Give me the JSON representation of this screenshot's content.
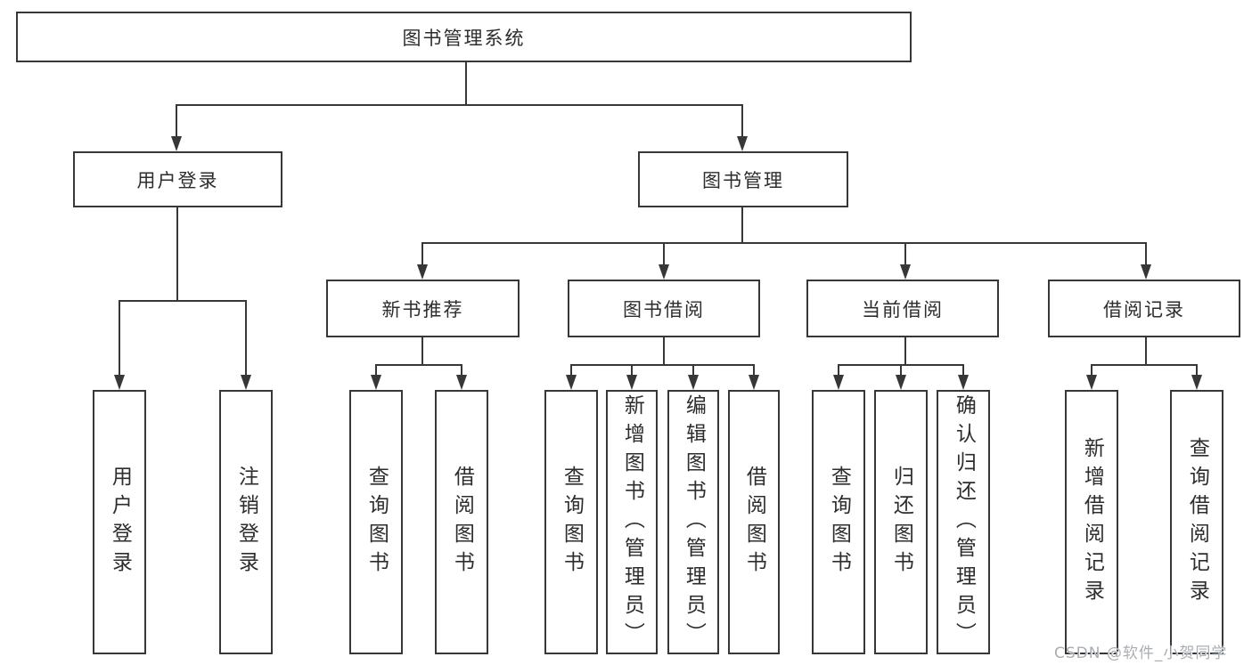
{
  "tree": {
    "root": {
      "label": "图书管理系统"
    },
    "children": [
      {
        "label": "用户登录",
        "children": [
          {
            "label": "用户登录"
          },
          {
            "label": "注销登录"
          }
        ]
      },
      {
        "label": "图书管理",
        "children": [
          {
            "label": "新书推荐",
            "children": [
              {
                "label": "查询图书"
              },
              {
                "label": "借阅图书"
              }
            ]
          },
          {
            "label": "图书借阅",
            "children": [
              {
                "label": "查询图书"
              },
              {
                "label": "新增图书（管理员）"
              },
              {
                "label": "编辑图书（管理员）"
              },
              {
                "label": "借阅图书"
              }
            ]
          },
          {
            "label": "当前借阅",
            "children": [
              {
                "label": "查询图书"
              },
              {
                "label": "归还图书"
              },
              {
                "label": "确认归还（管理员）"
              }
            ]
          },
          {
            "label": "借阅记录",
            "children": [
              {
                "label": "新增借阅记录"
              },
              {
                "label": "查询借阅记录"
              }
            ]
          }
        ]
      }
    ]
  },
  "watermark": {
    "text": "CSDN @软件_小贺同学"
  },
  "colors": {
    "line": "#373737",
    "background": "#ffffff",
    "watermark": "#a9aeb4"
  }
}
